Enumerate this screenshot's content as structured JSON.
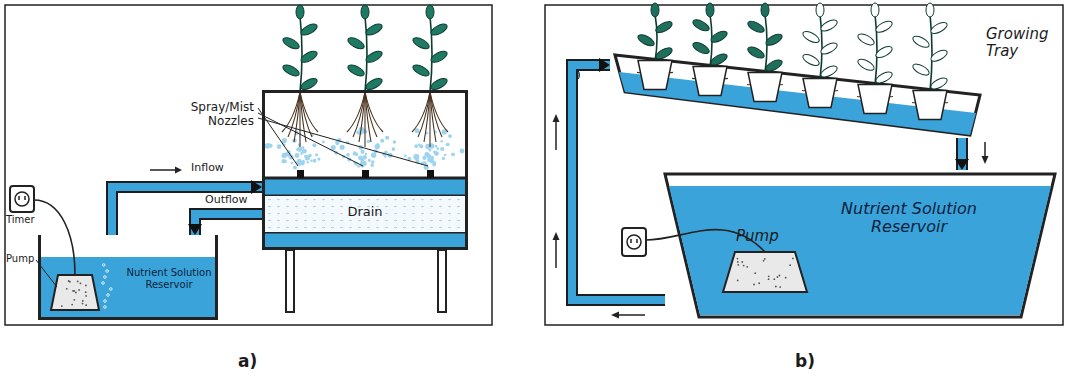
{
  "diagram": {
    "nodes": [
      {
        "text": [
          "Spray/Mist Nozzles"
        ]
      },
      {
        "text": [
          "Drain"
        ],
        "in": 0
      },
      {
        "text": [
          "Nutrient Solution Reservoir"
        ]
      },
      {
        "text": [
          "Growing Tray"
        ]
      },
      {
        "text": [
          "Nutrient Solution Reservoir"
        ]
      }
    ],
    "edges": [
      {
        "from": 2,
        "to": 0,
        "arrow": "to",
        "label": "Inflow"
      },
      {
        "from": 1,
        "to": 2,
        "arrow": "to",
        "label": "Outflow"
      },
      {
        "from": 4,
        "to": 3,
        "arrow": "to"
      },
      {
        "from": 3,
        "to": 4,
        "arrow": "to"
      }
    ],
    "labels": [
      "Timer",
      "Pump",
      "a)",
      "Pump",
      "b)"
    ]
  }
}
